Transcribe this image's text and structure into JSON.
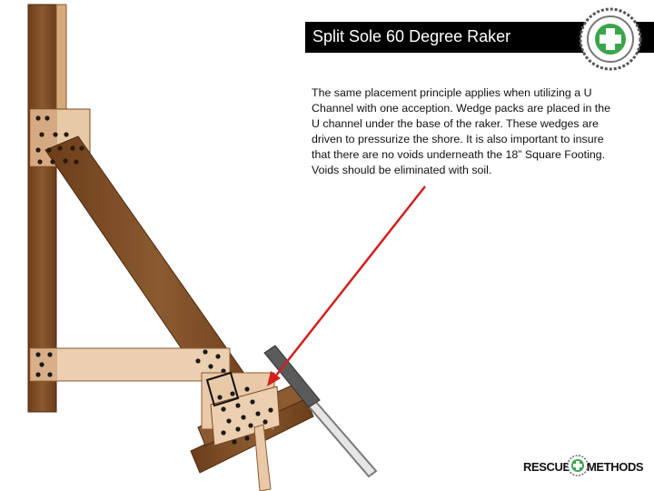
{
  "slide": {
    "title": "Split Sole 60 Degree Raker",
    "body": "The same placement principle applies when utilizing a U Channel with one acception.  Wedge packs are placed in the U channel under the base of the raker.  These wedges are driven to pressurize the shore.  It is also important to insure that there are no voids underneath the 18” Square Footing.  Voids should be eliminated with soil."
  },
  "logo": {
    "left": "RESCUE",
    "right": "METHODS"
  },
  "colors": {
    "title_bar": "#000000",
    "wood_dark": "#7a4a22",
    "wood_light": "#e9c9a8",
    "wood_mid": "#c8966a",
    "arrow": "#d21f1f",
    "badge_green": "#3aa44a",
    "channel_gray": "#8a8a8a"
  },
  "icons": [
    "badge-icon",
    "arrow-icon",
    "logo-cross-icon"
  ]
}
